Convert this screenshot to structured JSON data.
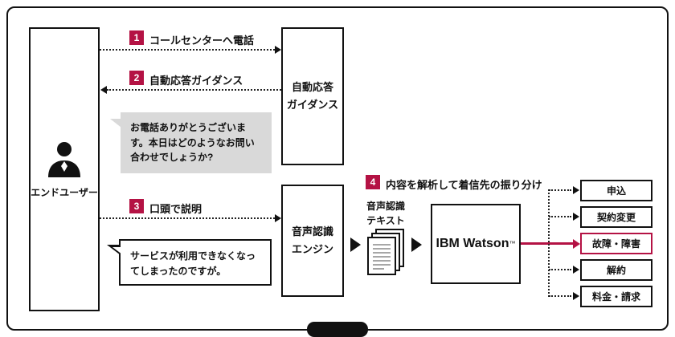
{
  "colors": {
    "accent": "#b41244",
    "bubble_gray": "#d9d9d9",
    "line": "#111111"
  },
  "actor": {
    "label": "エンドユーザー"
  },
  "steps": [
    {
      "num": "1",
      "label": "コールセンターへ電話"
    },
    {
      "num": "2",
      "label": "自動応答ガイダンス"
    },
    {
      "num": "3",
      "label": "口頭で説明"
    },
    {
      "num": "4",
      "label": "内容を解析して着信先の振り分け"
    }
  ],
  "nodes": {
    "ivr_box": "自動応答\nガイダンス",
    "asr_box": "音声認識\nエンジン",
    "asr_text_label": "音声認識\nテキスト",
    "watson_label": "IBM Watson",
    "watson_tm": "™"
  },
  "bubbles": {
    "greeting": "お電話ありがとうございます。本日はどのようなお問い合わせでしょうか?",
    "user_issue": "サービスが利用できなくなってしまったのですが。"
  },
  "destinations": [
    {
      "label": "申込",
      "highlight": false
    },
    {
      "label": "契約変更",
      "highlight": false
    },
    {
      "label": "故障・障害",
      "highlight": true
    },
    {
      "label": "解約",
      "highlight": false
    },
    {
      "label": "料金・請求",
      "highlight": false
    }
  ]
}
